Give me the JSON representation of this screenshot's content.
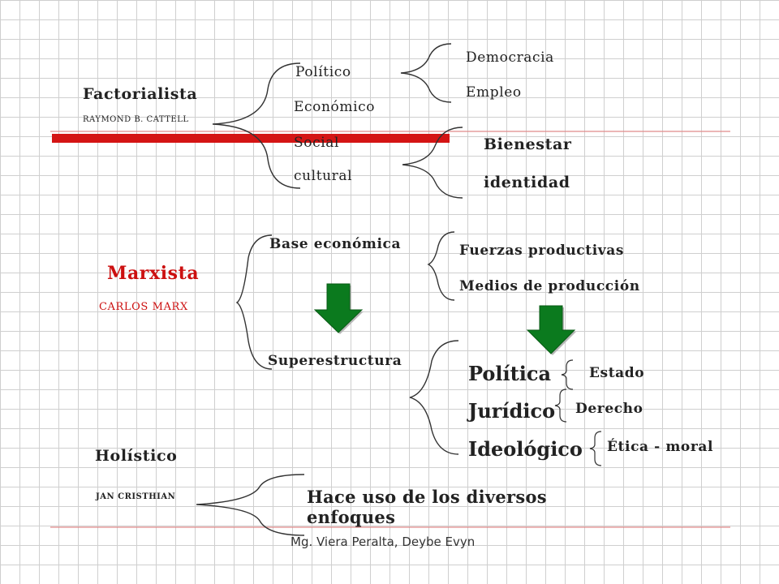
{
  "factorialista": {
    "title": "Factorialista",
    "author": "RAYMOND B. CATTELL",
    "branches": [
      "Político",
      "Económico",
      "Social",
      "cultural"
    ],
    "group_a": [
      "Democracia",
      "Empleo"
    ],
    "group_b": [
      "Bienestar",
      "identidad"
    ]
  },
  "marxista": {
    "title": "Marxista",
    "author": "CARLOS MARX",
    "base": "Base económica",
    "base_items": [
      "Fuerzas productivas",
      "Medios de producción"
    ],
    "super": "Superestructura",
    "super_items": [
      "Política",
      "Jurídico",
      "Ideológico"
    ],
    "super_sub": [
      "Estado",
      "Derecho",
      "Ética - moral"
    ]
  },
  "holistico": {
    "title": "Holístico",
    "author": "JAN CRISTHIAN",
    "description": "Hace uso de los diversos enfoques"
  },
  "footer": "Mg. Viera Peralta, Deybe Evyn",
  "colors": {
    "accent_red": "#d41414",
    "arrow_green": "#0b7a1e",
    "marxista_red": "#cc1010"
  }
}
